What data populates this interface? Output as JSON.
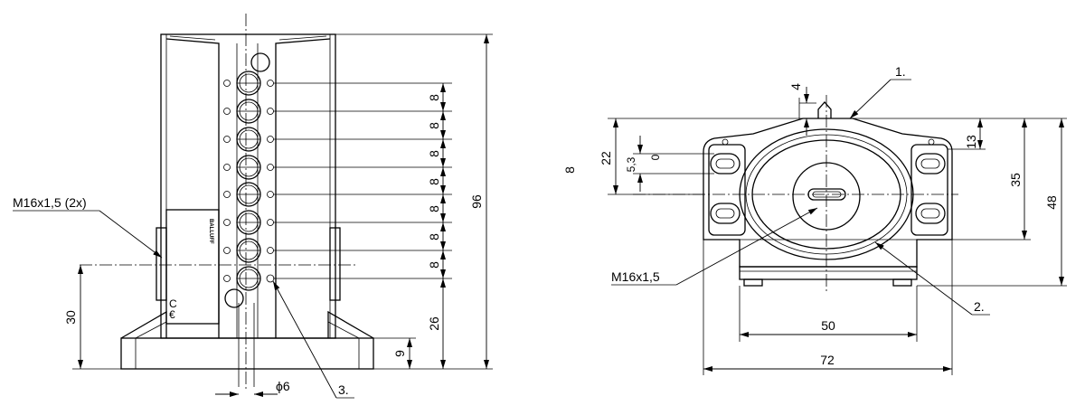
{
  "side_view": {
    "dim_height": "96",
    "dim_pitch": "8",
    "dim_bottom": "26",
    "dim_base": "9",
    "dim_axis": "30",
    "dim_diameter": "ϕ6",
    "thread_label": "M16x1,5 (2x)",
    "callout_3": "3.",
    "brand": "BALLUFF"
  },
  "front_view": {
    "dim_top": "4",
    "dim_a": "13",
    "dim_b": "35",
    "dim_c": "48",
    "dim_d": "22",
    "dim_e": "5,3",
    "dim_f": "0",
    "dim_g": "8",
    "dim_width_inner": "50",
    "dim_width_outer": "72",
    "thread_label": "M16x1,5",
    "callout_1": "1.",
    "callout_2": "2."
  }
}
